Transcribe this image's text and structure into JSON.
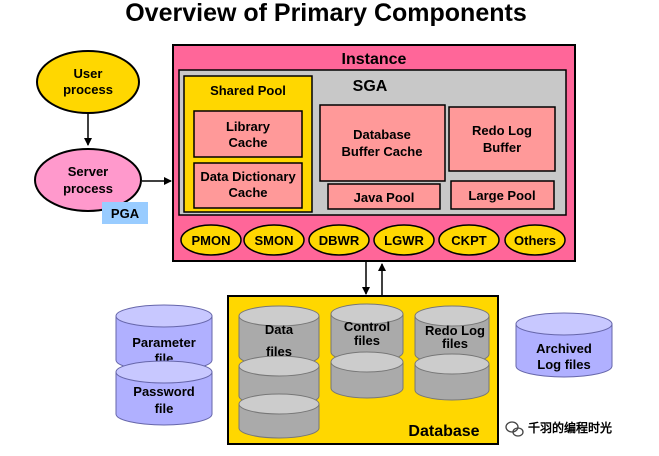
{
  "title": "Overview of Primary Components",
  "user_process": {
    "line1": "User",
    "line2": "process"
  },
  "server_process": {
    "line1": "Server",
    "line2": "process"
  },
  "pga": "PGA",
  "instance": {
    "label": "Instance",
    "sga": "SGA",
    "shared_pool": {
      "label": "Shared Pool",
      "library_cache": {
        "line1": "Library",
        "line2": "Cache"
      },
      "data_dictionary_cache": {
        "line1": "Data Dictionary",
        "line2": "Cache"
      }
    },
    "database_buffer_cache": {
      "line1": "Database",
      "line2": "Buffer Cache"
    },
    "redo_log_buffer": {
      "line1": "Redo Log",
      "line2": "Buffer"
    },
    "java_pool": "Java Pool",
    "large_pool": "Large Pool",
    "processes": [
      "PMON",
      "SMON",
      "DBWR",
      "LGWR",
      "CKPT",
      "Others"
    ]
  },
  "database": {
    "label": "Database",
    "data_files": {
      "line1": "Data",
      "line2": "files"
    },
    "control_files": {
      "line1": "Control",
      "line2": "files"
    },
    "redo_log_files": {
      "line1": "Redo Log",
      "line2": "files"
    }
  },
  "parameter_file": {
    "line1": "Parameter",
    "line2": "file"
  },
  "password_file": {
    "line1": "Password",
    "line2": "file"
  },
  "archived_log_files": {
    "line1": "Archived",
    "line2": "Log files"
  },
  "watermark": "千羽的编程时光",
  "colors": {
    "pink": "#ff6699",
    "yellow": "#ffd700",
    "salmon": "#ff9999",
    "gray": "#c8c8c8",
    "lavender": "#b0b0ff",
    "light_blue": "#99ccff"
  }
}
